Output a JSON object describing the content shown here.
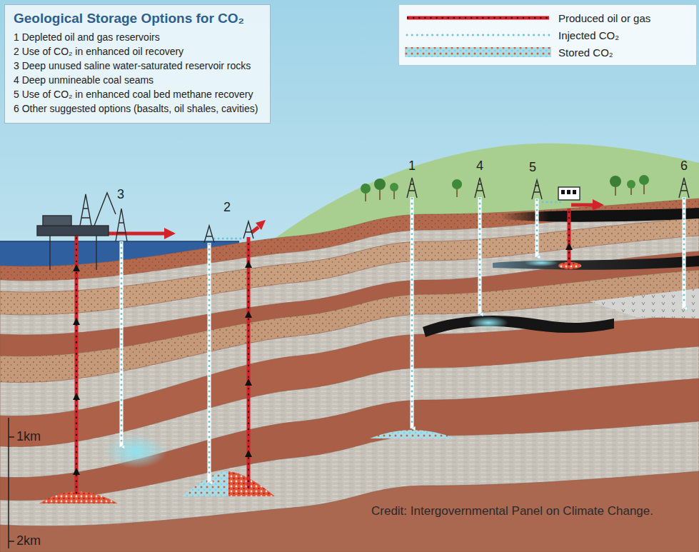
{
  "diagram": {
    "caption": "Credit: Intergovernmental Panel on Climate Change.",
    "nodes": [
      {
        "text": [
          "Geological Storage Options for CO₂",
          "1 Depleted oil and gas reservoirs",
          "2 Use of CO₂ in enhanced oil recovery",
          "3 Deep unused saline water-saturated reservoir rocks",
          "4 Deep unmineable coal seams",
          "5 Use of CO₂ in enhanced coal bed methane recovery",
          "6 Other suggested options (basalts, oil shales, cavities)"
        ]
      }
    ],
    "labels": [
      "3",
      "2",
      "1",
      "4",
      "5",
      "6",
      "1km",
      "2km"
    ],
    "legend": [
      {
        "text": "Produced oil or gas"
      },
      {
        "text": "Injected CO₂"
      },
      {
        "text": "Stored CO₂"
      }
    ]
  }
}
